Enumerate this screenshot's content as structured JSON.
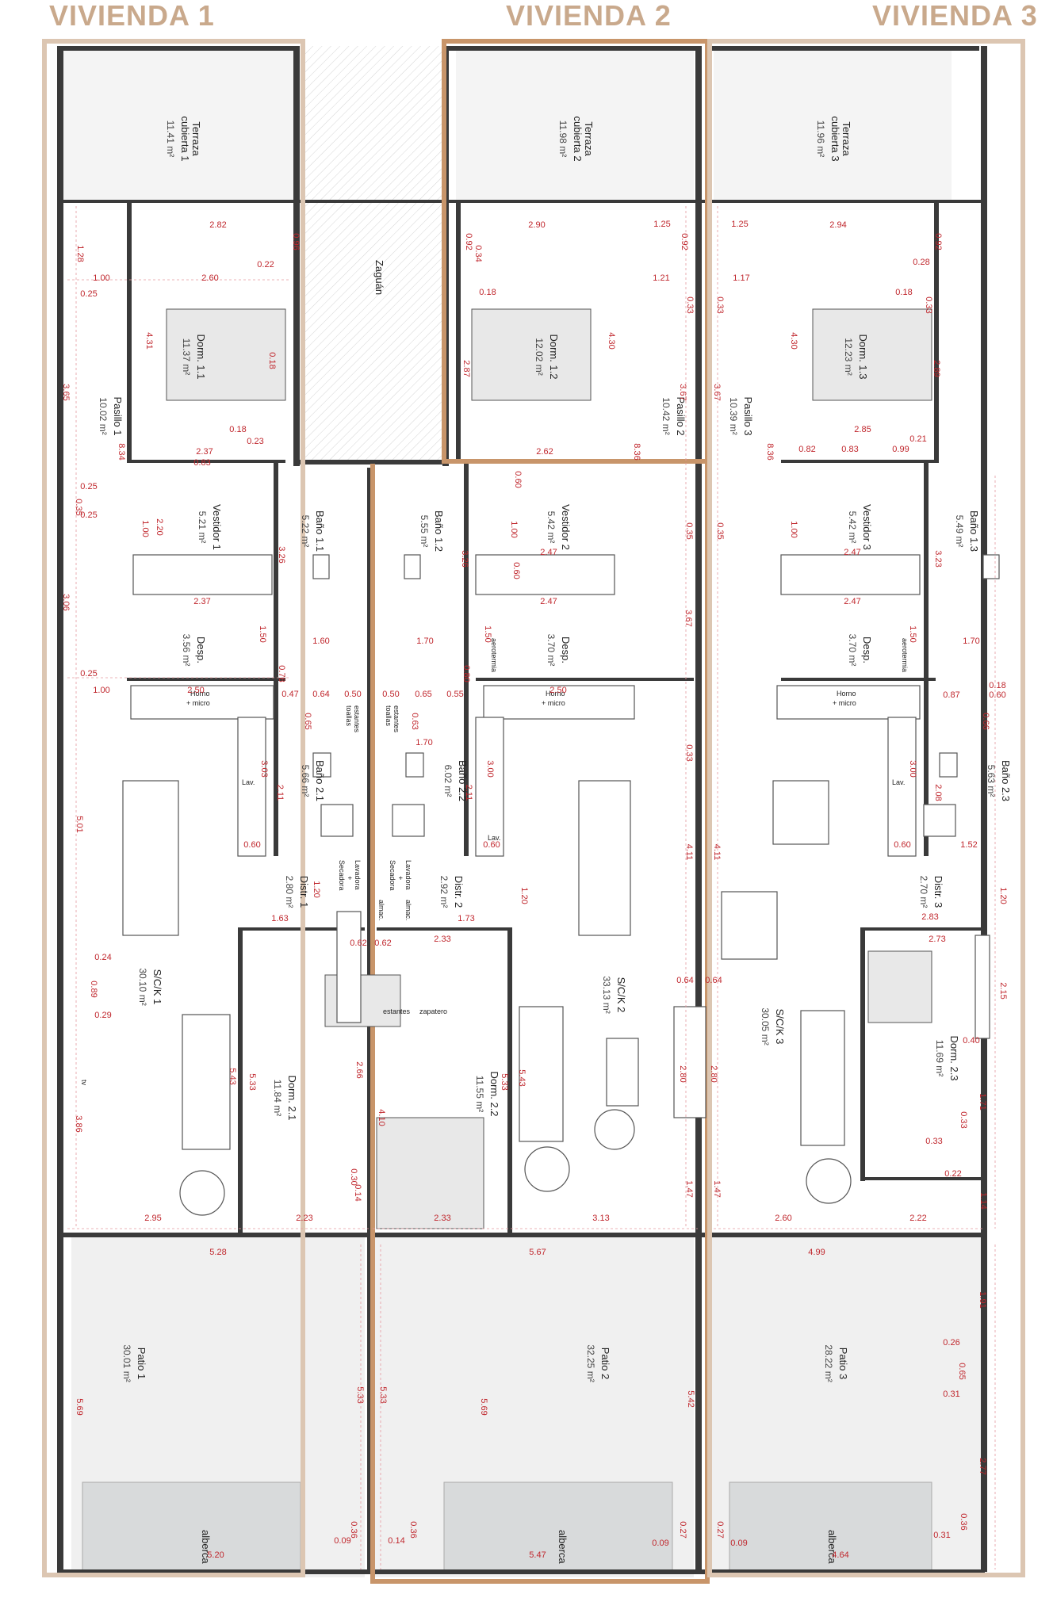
{
  "titles": {
    "vivienda_1": "VIVIENDA 1",
    "vivienda_2": "VIVIENDA 2",
    "vivienda_3": "VIVIENDA 3"
  },
  "colors": {
    "title": "#c9a98c",
    "boundary_light": "#dcc6b2",
    "boundary_strong": "#c8956a",
    "walls": "#3a3a3a",
    "dimensions": "#c0272d",
    "patio": "#f0f0f0",
    "pool": "#d8dadb",
    "terrace": "#f4f4f4"
  },
  "rooms": [
    {
      "id": "terraza1",
      "name_lines": [
        "Terraza",
        "cubierta 1"
      ],
      "area": "11.41 m²"
    },
    {
      "id": "terraza2",
      "name_lines": [
        "Terraza",
        "cubierta 2"
      ],
      "area": "11.98 m²"
    },
    {
      "id": "terraza3",
      "name_lines": [
        "Terraza",
        "cubierta 3"
      ],
      "area": "11.96 m²"
    },
    {
      "id": "zaguan",
      "name_lines": [
        "Zaguán"
      ],
      "area": ""
    },
    {
      "id": "dorm11",
      "name_lines": [
        "Dorm. 1.1"
      ],
      "area": "11.37 m²"
    },
    {
      "id": "dorm12",
      "name_lines": [
        "Dorm. 1.2"
      ],
      "area": "12.02 m²"
    },
    {
      "id": "dorm13",
      "name_lines": [
        "Dorm. 1.3"
      ],
      "area": "12.23 m²"
    },
    {
      "id": "pasillo1",
      "name_lines": [
        "Pasillo 1"
      ],
      "area": "10.02 m²"
    },
    {
      "id": "pasillo2",
      "name_lines": [
        "Pasillo 2"
      ],
      "area": "10.42 m²"
    },
    {
      "id": "pasillo3",
      "name_lines": [
        "Pasillo 3"
      ],
      "area": "10.39 m²"
    },
    {
      "id": "vestidor1",
      "name_lines": [
        "Vestidor 1"
      ],
      "area": "5.21 m²"
    },
    {
      "id": "vestidor2",
      "name_lines": [
        "Vestidor 2"
      ],
      "area": "5.42 m²"
    },
    {
      "id": "vestidor3",
      "name_lines": [
        "Vestidor 3"
      ],
      "area": "5.42 m²"
    },
    {
      "id": "bano11",
      "name_lines": [
        "Baño 1.1"
      ],
      "area": "5.22 m²"
    },
    {
      "id": "bano12",
      "name_lines": [
        "Baño 1.2"
      ],
      "area": "5.55 m²"
    },
    {
      "id": "bano13",
      "name_lines": [
        "Baño 1.3"
      ],
      "area": "5.49 m²"
    },
    {
      "id": "desp1",
      "name_lines": [
        "Desp."
      ],
      "area": "3.56 m²"
    },
    {
      "id": "desp2",
      "name_lines": [
        "Desp."
      ],
      "area": "3.70 m²"
    },
    {
      "id": "desp3",
      "name_lines": [
        "Desp."
      ],
      "area": "3.70 m²"
    },
    {
      "id": "bano21",
      "name_lines": [
        "Baño 2.1"
      ],
      "area": "5.66 m²"
    },
    {
      "id": "bano22",
      "name_lines": [
        "Baño 2.2"
      ],
      "area": "6.02 m²"
    },
    {
      "id": "bano23",
      "name_lines": [
        "Baño 2.3"
      ],
      "area": "5.63 m²"
    },
    {
      "id": "distr1",
      "name_lines": [
        "Distr. 1"
      ],
      "area": "2.80 m²"
    },
    {
      "id": "distr2",
      "name_lines": [
        "Distr. 2"
      ],
      "area": "2.92 m²"
    },
    {
      "id": "distr3",
      "name_lines": [
        "Distr. 3"
      ],
      "area": "2.70 m²"
    },
    {
      "id": "sck1",
      "name_lines": [
        "S/C/K 1"
      ],
      "area": "30.10 m²"
    },
    {
      "id": "sck2",
      "name_lines": [
        "S/C/K 2"
      ],
      "area": "33.13 m²"
    },
    {
      "id": "sck3",
      "name_lines": [
        "S/C/K 3"
      ],
      "area": "30.05 m²"
    },
    {
      "id": "dorm21",
      "name_lines": [
        "Dorm. 2.1"
      ],
      "area": "11.84 m²"
    },
    {
      "id": "dorm22",
      "name_lines": [
        "Dorm. 2.2"
      ],
      "area": "11.55 m²"
    },
    {
      "id": "dorm23",
      "name_lines": [
        "Dorm. 2.3"
      ],
      "area": "11.69 m²"
    },
    {
      "id": "patio1",
      "name_lines": [
        "Patio 1"
      ],
      "area": "30.01 m²"
    },
    {
      "id": "patio2",
      "name_lines": [
        "Patio 2"
      ],
      "area": "32.25 m²"
    },
    {
      "id": "patio3",
      "name_lines": [
        "Patio 3"
      ],
      "area": "28.22 m²"
    }
  ],
  "fixtures": {
    "alberca": "alberca",
    "horno": [
      "Horno",
      "+ micro"
    ],
    "aerotermia": "aerotermia",
    "lav": "Lav.",
    "estantes_toallas": [
      "estantes",
      "toallas"
    ],
    "lavadora": [
      "Lavadora",
      "+",
      "Secadora"
    ],
    "almac": "almac.",
    "estantes": "estantes",
    "zapatero": "zapatero",
    "tv": "tv"
  },
  "dimensions": [
    {
      "id": "d1",
      "text": "2.82"
    },
    {
      "id": "d2",
      "text": "0.96"
    },
    {
      "id": "d3",
      "text": "0.22"
    },
    {
      "id": "d4",
      "text": "1.28"
    },
    {
      "id": "d5",
      "text": "1.00"
    },
    {
      "id": "d6",
      "text": "2.60"
    },
    {
      "id": "d7",
      "text": "0.25"
    },
    {
      "id": "d8",
      "text": "4.31"
    },
    {
      "id": "d9",
      "text": "0.18"
    },
    {
      "id": "d10",
      "text": "3.65"
    },
    {
      "id": "d11",
      "text": "0.18"
    },
    {
      "id": "d12",
      "text": "0.23"
    },
    {
      "id": "d13",
      "text": "2.37"
    },
    {
      "id": "d14",
      "text": "0.83"
    },
    {
      "id": "d15",
      "text": "8.34"
    },
    {
      "id": "d16",
      "text": "0.25"
    },
    {
      "id": "d17",
      "text": "0.35"
    },
    {
      "id": "d18",
      "text": "0.25"
    },
    {
      "id": "d19",
      "text": "2.20"
    },
    {
      "id": "d20",
      "text": "1.00"
    },
    {
      "id": "d21",
      "text": "3.26"
    },
    {
      "id": "d22",
      "text": "3.06"
    },
    {
      "id": "d23",
      "text": "2.37"
    },
    {
      "id": "d24",
      "text": "1.50"
    },
    {
      "id": "d25",
      "text": "1.60"
    },
    {
      "id": "d26",
      "text": "0.25"
    },
    {
      "id": "d27",
      "text": "1.00"
    },
    {
      "id": "d28",
      "text": "2.50"
    },
    {
      "id": "d29",
      "text": "0.78"
    },
    {
      "id": "d30",
      "text": "0.47"
    },
    {
      "id": "d31",
      "text": "0.64"
    },
    {
      "id": "d32",
      "text": "0.50"
    },
    {
      "id": "d33",
      "text": "0.65"
    },
    {
      "id": "d34",
      "text": "3.03"
    },
    {
      "id": "d35",
      "text": "2.11"
    },
    {
      "id": "d36",
      "text": "5.01"
    },
    {
      "id": "d37",
      "text": "0.60"
    },
    {
      "id": "d38",
      "text": "1.20"
    },
    {
      "id": "d39",
      "text": "1.63"
    },
    {
      "id": "d40",
      "text": "0.24"
    },
    {
      "id": "d41",
      "text": "0.89"
    },
    {
      "id": "d42",
      "text": "0.29"
    },
    {
      "id": "d43",
      "text": "5.43"
    },
    {
      "id": "d44",
      "text": "5.33"
    },
    {
      "id": "d45",
      "text": "2.66"
    },
    {
      "id": "d46",
      "text": "3.86"
    },
    {
      "id": "d47",
      "text": "2.95"
    },
    {
      "id": "d48",
      "text": "2.23"
    },
    {
      "id": "d49",
      "text": "0.30"
    },
    {
      "id": "d50",
      "text": "0.14"
    },
    {
      "id": "d51",
      "text": "5.28"
    },
    {
      "id": "d52",
      "text": "5.33"
    },
    {
      "id": "d53",
      "text": "5.69"
    },
    {
      "id": "d54",
      "text": "5.20"
    },
    {
      "id": "d55",
      "text": "0.36"
    },
    {
      "id": "d56",
      "text": "0.09"
    },
    {
      "id": "d57",
      "text": "2.90"
    },
    {
      "id": "d58",
      "text": "1.25"
    },
    {
      "id": "d59",
      "text": "0.92"
    },
    {
      "id": "d60",
      "text": "0.34"
    },
    {
      "id": "d61",
      "text": "0.92"
    },
    {
      "id": "d62",
      "text": "1.21"
    },
    {
      "id": "d63",
      "text": "0.18"
    },
    {
      "id": "d64",
      "text": "0.33"
    },
    {
      "id": "d65",
      "text": "4.30"
    },
    {
      "id": "d66",
      "text": "2.87"
    },
    {
      "id": "d67",
      "text": "3.67"
    },
    {
      "id": "d68",
      "text": "2.62"
    },
    {
      "id": "d69",
      "text": "8.36"
    },
    {
      "id": "d70",
      "text": "0.60"
    },
    {
      "id": "d71",
      "text": "0.35"
    },
    {
      "id": "d72",
      "text": "3.26"
    },
    {
      "id": "d73",
      "text": "1.00"
    },
    {
      "id": "d74",
      "text": "2.47"
    },
    {
      "id": "d75",
      "text": "0.60"
    },
    {
      "id": "d76",
      "text": "1.70"
    },
    {
      "id": "d77",
      "text": "2.47"
    },
    {
      "id": "d78",
      "text": "1.50"
    },
    {
      "id": "d79",
      "text": "3.67"
    },
    {
      "id": "d80",
      "text": "0.50"
    },
    {
      "id": "d81",
      "text": "0.65"
    },
    {
      "id": "d82",
      "text": "0.55"
    },
    {
      "id": "d83",
      "text": "0.80"
    },
    {
      "id": "d84",
      "text": "0.63"
    },
    {
      "id": "d85",
      "text": "1.70"
    },
    {
      "id": "d86",
      "text": "2.50"
    },
    {
      "id": "d87",
      "text": "3.00"
    },
    {
      "id": "d88",
      "text": "2.11"
    },
    {
      "id": "d89",
      "text": "0.33"
    },
    {
      "id": "d90",
      "text": "0.60"
    },
    {
      "id": "d91",
      "text": "4.11"
    },
    {
      "id": "d92",
      "text": "1.20"
    },
    {
      "id": "d93",
      "text": "1.73"
    },
    {
      "id": "d94",
      "text": "2.33"
    },
    {
      "id": "d95",
      "text": "0.62"
    },
    {
      "id": "d96",
      "text": "0.62"
    },
    {
      "id": "d97",
      "text": "0.64"
    },
    {
      "id": "d98",
      "text": "5.33"
    },
    {
      "id": "d99",
      "text": "5.43"
    },
    {
      "id": "d100",
      "text": "4.10"
    },
    {
      "id": "d101",
      "text": "2.80"
    },
    {
      "id": "d102",
      "text": "2.33"
    },
    {
      "id": "d103",
      "text": "3.13"
    },
    {
      "id": "d104",
      "text": "1.47"
    },
    {
      "id": "d105",
      "text": "5.67"
    },
    {
      "id": "d106",
      "text": "5.33"
    },
    {
      "id": "d107",
      "text": "5.69"
    },
    {
      "id": "d108",
      "text": "5.42"
    },
    {
      "id": "d109",
      "text": "5.47"
    },
    {
      "id": "d110",
      "text": "0.14"
    },
    {
      "id": "d111",
      "text": "0.36"
    },
    {
      "id": "d112",
      "text": "0.27"
    },
    {
      "id": "d113",
      "text": "0.09"
    },
    {
      "id": "d114",
      "text": "1.25"
    },
    {
      "id": "d115",
      "text": "2.94"
    },
    {
      "id": "d116",
      "text": "0.92"
    },
    {
      "id": "d117",
      "text": "0.28"
    },
    {
      "id": "d118",
      "text": "1.17"
    },
    {
      "id": "d119",
      "text": "0.18"
    },
    {
      "id": "d120",
      "text": "0.33"
    },
    {
      "id": "d121",
      "text": "4.30"
    },
    {
      "id": "d122",
      "text": "2.89"
    },
    {
      "id": "d123",
      "text": "2.85"
    },
    {
      "id": "d124",
      "text": "0.21"
    },
    {
      "id": "d125",
      "text": "0.82"
    },
    {
      "id": "d126",
      "text": "0.83"
    },
    {
      "id": "d127",
      "text": "0.99"
    },
    {
      "id": "d128",
      "text": "8.36"
    },
    {
      "id": "d129",
      "text": "0.33"
    },
    {
      "id": "d130",
      "text": "3.67"
    },
    {
      "id": "d131",
      "text": "0.35"
    },
    {
      "id": "d132",
      "text": "1.00"
    },
    {
      "id": "d133",
      "text": "2.47"
    },
    {
      "id": "d134",
      "text": "3.23"
    },
    {
      "id": "d135",
      "text": "2.47"
    },
    {
      "id": "d136",
      "text": "1.50"
    },
    {
      "id": "d137",
      "text": "1.70"
    },
    {
      "id": "d138",
      "text": "0.18"
    },
    {
      "id": "d139",
      "text": "0.87"
    },
    {
      "id": "d140",
      "text": "0.60"
    },
    {
      "id": "d141",
      "text": "0.66"
    },
    {
      "id": "d142",
      "text": "3.00"
    },
    {
      "id": "d143",
      "text": "2.08"
    },
    {
      "id": "d144",
      "text": "1.52"
    },
    {
      "id": "d145",
      "text": "0.60"
    },
    {
      "id": "d146",
      "text": "1.20"
    },
    {
      "id": "d147",
      "text": "2.83"
    },
    {
      "id": "d148",
      "text": "2.73"
    },
    {
      "id": "d149",
      "text": "2.15"
    },
    {
      "id": "d150",
      "text": "0.40"
    },
    {
      "id": "d151",
      "text": "1.71"
    },
    {
      "id": "d152",
      "text": "0.33"
    },
    {
      "id": "d153",
      "text": "0.33"
    },
    {
      "id": "d154",
      "text": "0.22"
    },
    {
      "id": "d155",
      "text": "1.14"
    },
    {
      "id": "d156",
      "text": "2.60"
    },
    {
      "id": "d157",
      "text": "2.22"
    },
    {
      "id": "d158",
      "text": "4.99"
    },
    {
      "id": "d159",
      "text": "1.91"
    },
    {
      "id": "d160",
      "text": "0.26"
    },
    {
      "id": "d161",
      "text": "0.65"
    },
    {
      "id": "d162",
      "text": "0.31"
    },
    {
      "id": "d163",
      "text": "2.77"
    },
    {
      "id": "d164",
      "text": "0.36"
    },
    {
      "id": "d165",
      "text": "0.31"
    },
    {
      "id": "d166",
      "text": "4.64"
    },
    {
      "id": "d167",
      "text": "0.27"
    },
    {
      "id": "d168",
      "text": "0.09"
    },
    {
      "id": "d169",
      "text": "2.80"
    },
    {
      "id": "d170",
      "text": "4.11"
    },
    {
      "id": "d171",
      "text": "1.47"
    },
    {
      "id": "d172",
      "text": "0.64"
    }
  ]
}
